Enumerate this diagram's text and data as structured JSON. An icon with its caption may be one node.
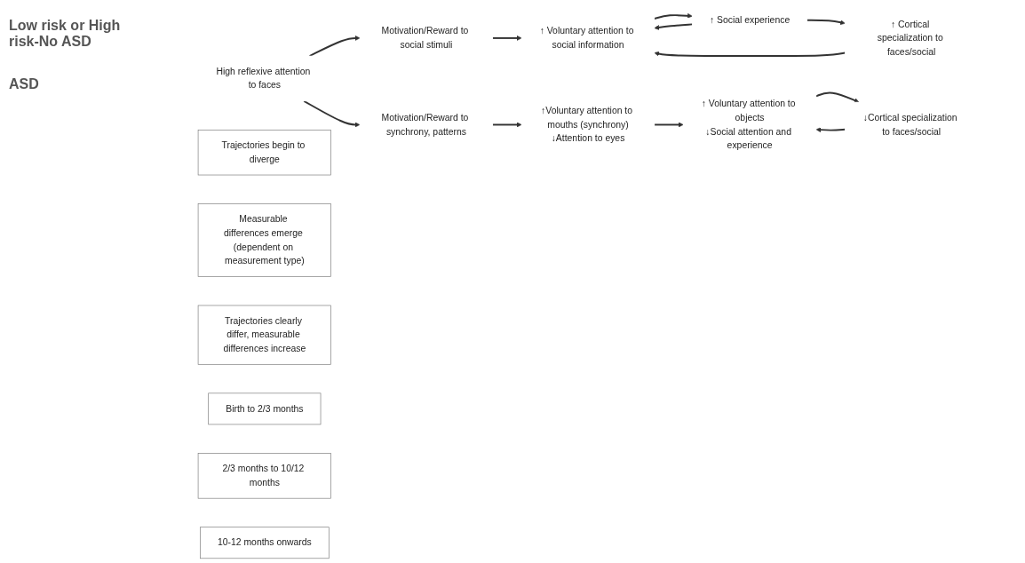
{
  "diagram": {
    "nodes": [
      {
        "text": [
          "High reflexive attention to faces"
        ]
      },
      {
        "text": [
          "Motivation/Reward to social stimuli"
        ]
      },
      {
        "text": [
          "↑ Voluntary attention to social information"
        ]
      },
      {
        "text": [
          "↑ Social experience"
        ]
      },
      {
        "text": [
          "↑ Cortical specialization to faces/social"
        ]
      },
      {
        "text": [
          "Motivation/Reward to synchrony, patterns"
        ]
      },
      {
        "text": [
          "↑Voluntary attention to mouths (synchrony)",
          "↓Attention to eyes"
        ]
      },
      {
        "text": [
          "↑ Voluntary attention to objects",
          "↓Social attention and experience"
        ]
      },
      {
        "text": [
          "↓Cortical specialization to faces/social"
        ]
      },
      {
        "text": [
          "Trajectories begin to diverge"
        ]
      },
      {
        "text": [
          "Measurable differences emerge (dependent on measurement type)"
        ]
      },
      {
        "text": [
          "Trajectories clearly differ, measurable differences increase"
        ]
      },
      {
        "text": [
          "Birth to 2/3 months"
        ]
      },
      {
        "text": [
          "2/3 months to 10/12 months"
        ]
      },
      {
        "text": [
          "10-12 months onwards"
        ]
      }
    ],
    "edges": [
      {
        "from": 0,
        "to": 1,
        "arrow": "to"
      },
      {
        "from": 0,
        "to": 5,
        "arrow": "to"
      },
      {
        "from": 1,
        "to": 2,
        "arrow": "to"
      },
      {
        "from": 2,
        "to": 3,
        "arrow": "to"
      },
      {
        "from": 3,
        "to": 4,
        "arrow": "to"
      },
      {
        "from": 3,
        "to": 2,
        "arrow": "to"
      },
      {
        "from": 4,
        "to": 2,
        "arrow": "to"
      },
      {
        "from": 5,
        "to": 6,
        "arrow": "to"
      },
      {
        "from": 6,
        "to": 7,
        "arrow": "to"
      },
      {
        "from": 7,
        "to": 8,
        "arrow": "to"
      },
      {
        "from": 8,
        "to": 7,
        "arrow": "to"
      }
    ],
    "labels": [
      "Low risk or High risk-No ASD",
      "ASD"
    ]
  }
}
